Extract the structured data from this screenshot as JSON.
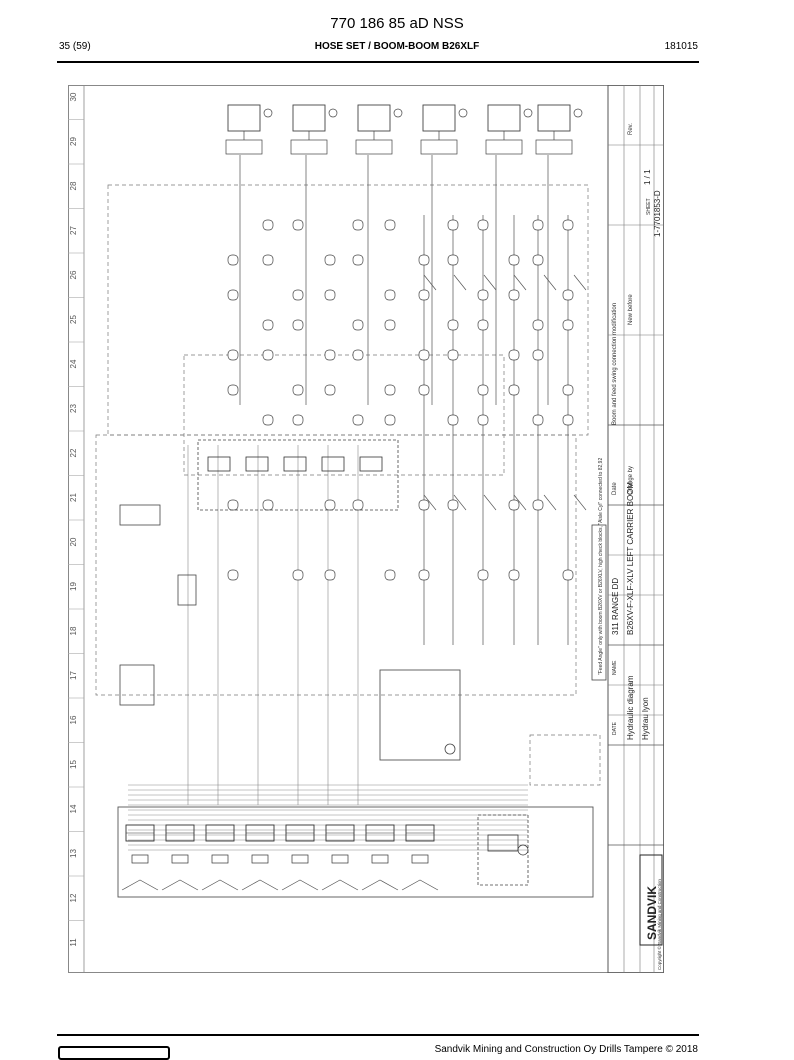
{
  "header": {
    "doc_title": "770 186 85 aD NSS",
    "page": "35 (59)",
    "section": "HOSE SET / BOOM-BOOM B26XLF",
    "date_code": "181015"
  },
  "drawing": {
    "column_numbers": [
      "30",
      "29",
      "28",
      "27",
      "26",
      "25",
      "24",
      "23",
      "22",
      "21",
      "20",
      "19",
      "18",
      "17",
      "16",
      "15",
      "14",
      "13",
      "12",
      "11"
    ],
    "title_block": {
      "title_line1": "311 RANGE DD",
      "title_line2": "B26XV-F-XLF-XLV LEFT CARRIER BOOM",
      "sheet": "1 / 1",
      "drawing_no": "1-7701853-D",
      "part_no": "7701853",
      "diagram_type": "Hydraulic diagram",
      "diagram_subtype": "Hydrau lyon",
      "revision_note": "Boom and feed swing connection modification",
      "revision_desc": "New before",
      "label_date": "Date",
      "label_change_by": "Change by",
      "label_name": "NAME",
      "label_date_col": "DATE",
      "sheet_label": "SHEET",
      "rev_label": "Rev.",
      "company": "SANDVIK",
      "copyright": "Copyright © Sandvik Mining and Construction"
    },
    "note_text": "\"Feed Angle\" only with boom B26XV or B26XLV, high check blocks, \"Aisle Cyl\" connected to 82,92"
  },
  "footer": {
    "company_line": "Sandvik Mining and Construction Oy Drills Tampere © 2018"
  }
}
